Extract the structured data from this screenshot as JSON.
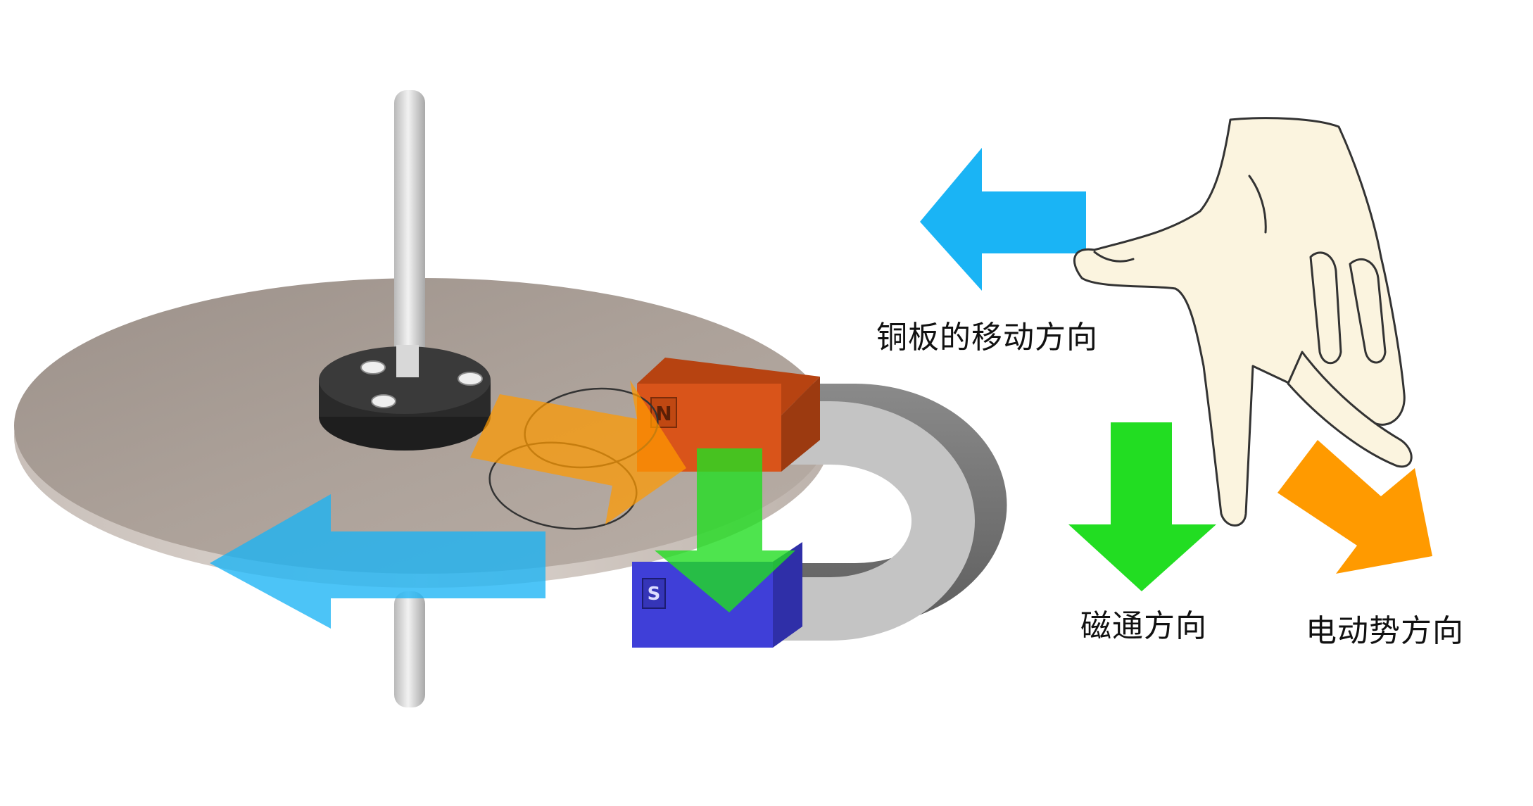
{
  "labels": {
    "copper_motion": "铜板的移动方向",
    "magnetic_flux": "磁通方向",
    "emf": "电动势方向"
  },
  "magnet": {
    "north_letter": "N",
    "south_letter": "S"
  },
  "colors": {
    "motion_arrow": "#1ab4f5",
    "flux_arrow": "#22dd22",
    "emf_arrow": "#ff9a00",
    "north_pole": "#d9541a",
    "south_pole": "#3f3fd8",
    "disc": "#a89d95",
    "magnet_body": "#bdbdbd",
    "hand": "#fbf4df"
  }
}
